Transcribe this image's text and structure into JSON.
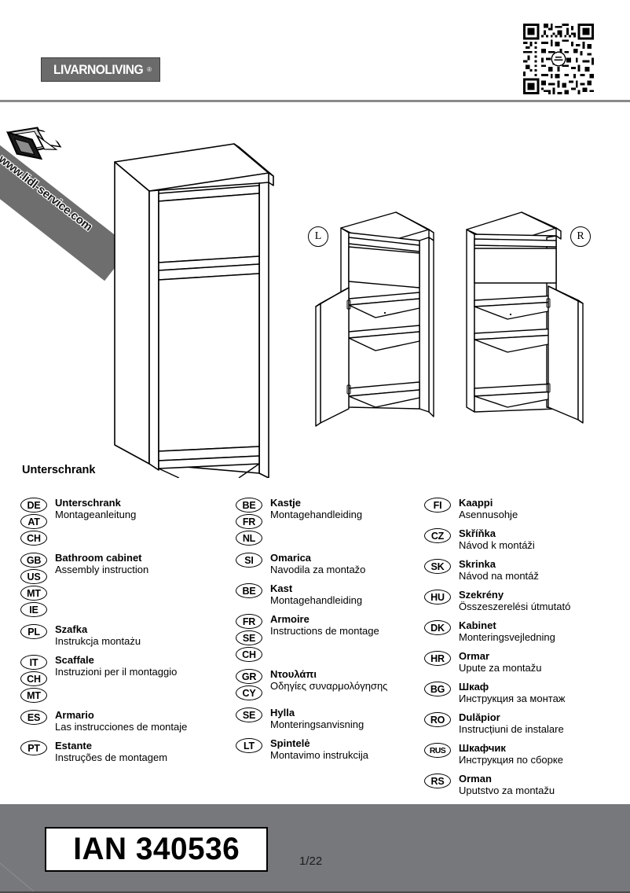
{
  "header": {
    "brand_name": "LIVARNOLIVING",
    "brand_trademark": "®",
    "qr_code_name": "qr-code"
  },
  "banner": {
    "service_url": "www.lidl-service.com"
  },
  "product": {
    "caption": "Unterschrank",
    "variant_left_badge": "L",
    "variant_right_badge": "R"
  },
  "footer": {
    "ian": "IAN 340536",
    "page": "1/22"
  },
  "languages": {
    "columns": [
      {
        "entries": [
          {
            "codes": [
              "DE",
              "AT",
              "CH"
            ],
            "title": "Unterschrank",
            "subtitle": "Montageanleitung"
          },
          {
            "codes": [
              "GB",
              "US",
              "MT",
              "IE"
            ],
            "title": "Bathroom cabinet",
            "subtitle": "Assembly instruction"
          },
          {
            "codes": [
              "PL"
            ],
            "title": "Szafka",
            "subtitle": "Instrukcja montażu"
          },
          {
            "codes": [
              "IT",
              "CH",
              "MT"
            ],
            "title": "Scaffale",
            "subtitle": "Instruzioni per il montaggio"
          },
          {
            "codes": [
              "ES"
            ],
            "title": "Armario",
            "subtitle": "Las instrucciones de montaje"
          },
          {
            "codes": [
              "PT"
            ],
            "title": "Estante",
            "subtitle": "Instruções de montagem"
          }
        ]
      },
      {
        "entries": [
          {
            "codes": [
              "BE",
              "FR",
              "NL"
            ],
            "title": "Kastje",
            "subtitle": "Montagehandleiding"
          },
          {
            "codes": [
              "SI"
            ],
            "title": "Omarica",
            "subtitle": "Navodila za montažo"
          },
          {
            "codes": [
              "BE"
            ],
            "title": "Kast",
            "subtitle": "Montagehandleiding"
          },
          {
            "codes": [
              "FR",
              "SE",
              "CH"
            ],
            "title": "Armoire",
            "subtitle": "Instructions de montage"
          },
          {
            "codes": [
              "GR",
              "CY"
            ],
            "title": "Ντουλάπι",
            "subtitle": "Οδηγίες συναρμολόγησης"
          },
          {
            "codes": [
              "SE"
            ],
            "title": "Hylla",
            "subtitle": "Monteringsanvisning"
          },
          {
            "codes": [
              "LT"
            ],
            "title": "Spintelė",
            "subtitle": "Montavimo instrukcija"
          }
        ]
      },
      {
        "entries": [
          {
            "codes": [
              "FI"
            ],
            "title": "Kaappi",
            "subtitle": "Asennusohje"
          },
          {
            "codes": [
              "CZ"
            ],
            "title": "Skříňka",
            "subtitle": "Návod k montáži"
          },
          {
            "codes": [
              "SK"
            ],
            "title": "Skrinka",
            "subtitle": "Návod na montáž"
          },
          {
            "codes": [
              "HU"
            ],
            "title": "Szekrény",
            "subtitle": "Összeszerelési útmutató"
          },
          {
            "codes": [
              "DK"
            ],
            "title": "Kabinet",
            "subtitle": "Monteringsvejledning"
          },
          {
            "codes": [
              "HR"
            ],
            "title": "Ormar",
            "subtitle": "Upute za montažu"
          },
          {
            "codes": [
              "BG"
            ],
            "title": "Шкаф",
            "subtitle": "Инструкция за монтаж"
          },
          {
            "codes": [
              "RO"
            ],
            "title": "Dulăpior",
            "subtitle": "Instrucțiuni de instalare"
          },
          {
            "codes": [
              "RUS"
            ],
            "title": "Шкафчик",
            "subtitle": "Инструкция по сборке"
          },
          {
            "codes": [
              "RS"
            ],
            "title": "Orman",
            "subtitle": "Uputstvo za montažu"
          }
        ]
      }
    ]
  }
}
